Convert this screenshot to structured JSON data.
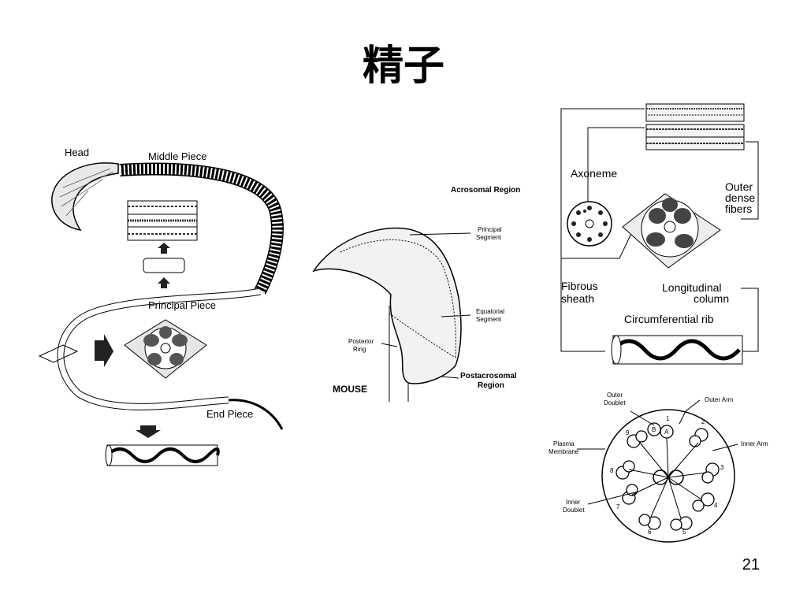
{
  "title": "精子",
  "page_number": "21",
  "sperm_diagram": {
    "head": "Head",
    "middle_piece": "Middle Piece",
    "principal_piece": "Principal Piece",
    "end_piece": "End Piece"
  },
  "mouse_diagram": {
    "acrosomal_region": "Acrosomal Region",
    "principal_segment_1": "Principal",
    "principal_segment_2": "Segment",
    "equatorial_segment_1": "Equatorial",
    "equatorial_segment_2": "Segment",
    "posterior_ring_1": "Posterior",
    "posterior_ring_2": "Ring",
    "postacrosomal_region_1": "Postacrosomal",
    "postacrosomal_region_2": "Region",
    "species": "MOUSE"
  },
  "tail_diagram": {
    "axoneme": "Axoneme",
    "outer_dense_fibers_1": "Outer",
    "outer_dense_fibers_2": "dense",
    "outer_dense_fibers_3": "fibers",
    "fibrous_sheath_1": "Fibrous",
    "fibrous_sheath_2": "sheath",
    "longitudinal_column_1": "Longitudinal",
    "longitudinal_column_2": "column",
    "circumferential_rib": "Circumferential rib"
  },
  "axoneme_diagram": {
    "outer_doublet_1": "Outer",
    "outer_doublet_2": "Doublet",
    "outer_arm": "Outer Arm",
    "plasma_membrane_1": "Plasma",
    "plasma_membrane_2": "Membrane",
    "inner_arm": "Inner Arm",
    "inner_doublet_1": "Inner",
    "inner_doublet_2": "Doublet",
    "tubule_a": "A",
    "tubule_b": "B",
    "doublet_numbers": [
      "1",
      "2",
      "3",
      "4",
      "5",
      "6",
      "7",
      "8",
      "9"
    ]
  }
}
